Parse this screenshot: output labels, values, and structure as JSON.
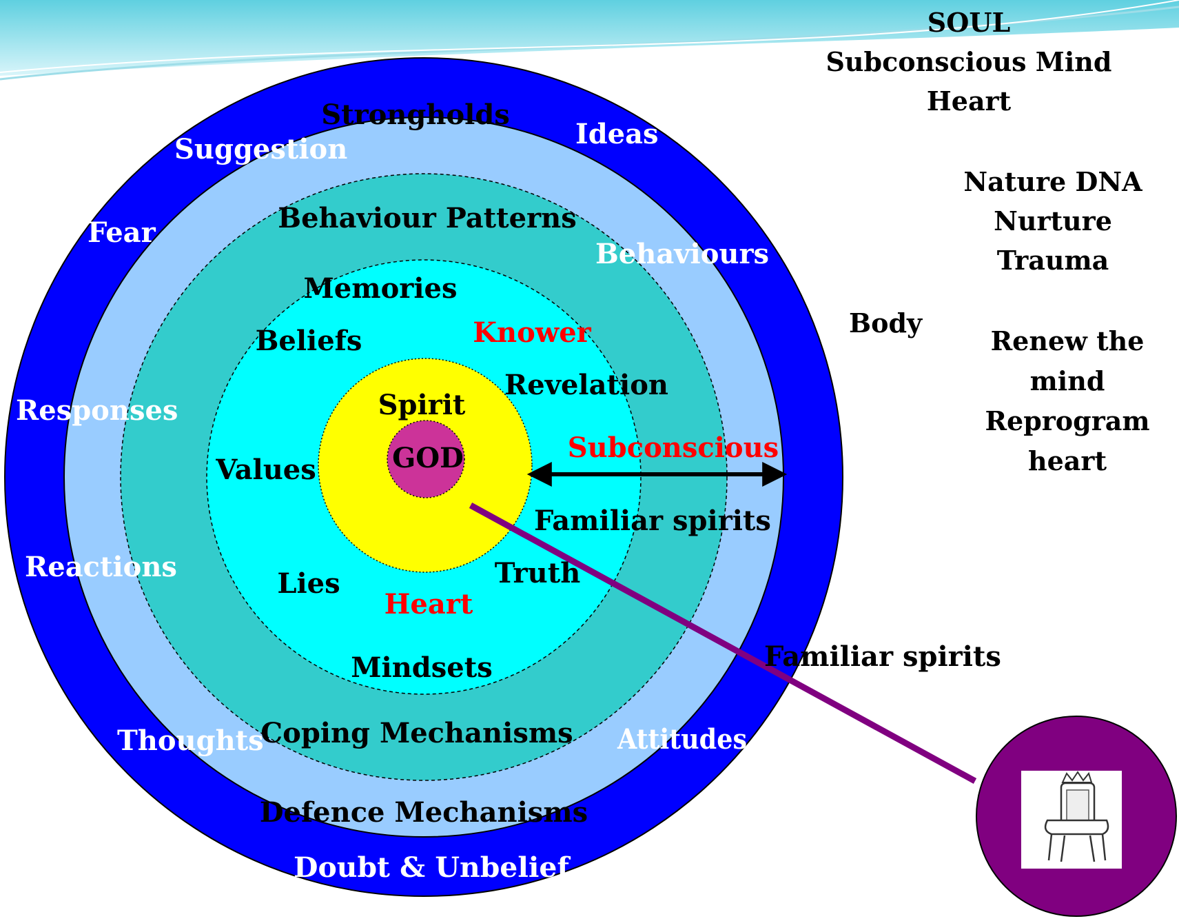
{
  "header_labels": {
    "soul": "SOUL",
    "subconscious_mind": "Subconscious Mind",
    "heart": "Heart"
  },
  "influences": {
    "nature_dna": "Nature DNA",
    "nurture": "Nurture",
    "trauma": "Trauma"
  },
  "body_label": "Body",
  "renew": {
    "line1": "Renew the",
    "line2": "mind",
    "line3": "Reprogram",
    "line4": "heart"
  },
  "outer_ring": {
    "color": "#0000ff",
    "suggestion": "Suggestion",
    "ideas": "Ideas",
    "fear": "Fear",
    "behaviours": "Behaviours",
    "responses": "Responses",
    "reactions": "Reactions",
    "thoughts": "Thoughts",
    "attitudes": "Attitudes",
    "doubt_unbelief": "Doubt & Unbelief"
  },
  "light_ring": {
    "color": "#99ccff",
    "strongholds": "Strongholds",
    "defence_mechanisms": "Defence Mechanisms"
  },
  "teal_ring": {
    "color": "#33cccc",
    "behaviour_patterns": "Behaviour Patterns",
    "coping_mechanisms": "Coping Mechanisms"
  },
  "cyan_ring": {
    "color": "#00ffff",
    "memories": "Memories",
    "beliefs": "Beliefs",
    "knower": "Knower",
    "revelation": "Revelation",
    "values": "Values",
    "subconscious": "Subconscious",
    "familiar_spirits_inner": "Familiar spirits",
    "lies": "Lies",
    "truth": "Truth",
    "heart_label": "Heart",
    "mindsets": "Mindsets"
  },
  "spirit_circle": {
    "color": "#ffff00",
    "label": "Spirit"
  },
  "god_circle": {
    "color": "#cc3399",
    "label": "GOD"
  },
  "familiar_spirits_outer": "Familiar spirits",
  "throne_circle": {
    "color": "#800080",
    "icon": "throne-icon"
  },
  "pointer_line_color": "#800080",
  "accent_red": "#ff0000"
}
